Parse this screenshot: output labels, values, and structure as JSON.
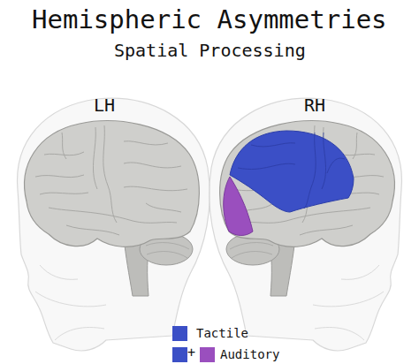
{
  "diagram": {
    "title": "Hemispheric Asymmetries",
    "labels": [
      "Spatial Processing",
      "LH",
      "RH",
      "+"
    ],
    "legend": [
      {
        "text": "Tactile",
        "color": "#3b4fc6"
      },
      {
        "text": "Auditory",
        "color": "#9a4fbe"
      }
    ]
  }
}
